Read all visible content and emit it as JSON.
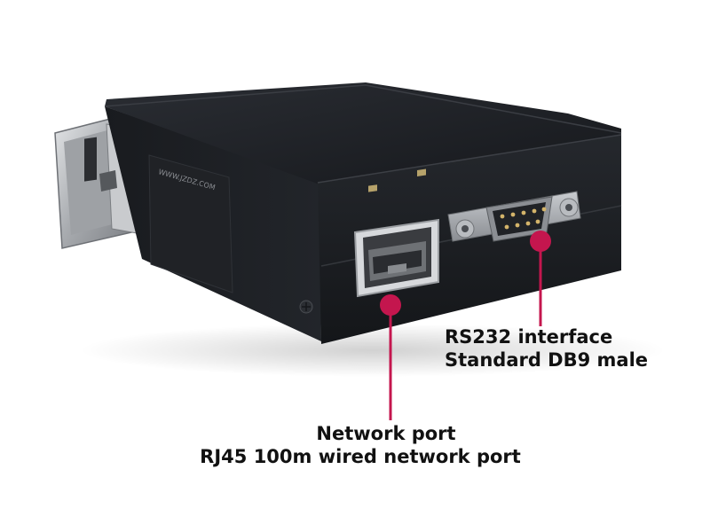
{
  "callouts": {
    "rs232": {
      "line1": "RS232 interface",
      "line2": "Standard DB9 male"
    },
    "network": {
      "line1": "Network port",
      "line2": "RJ45 100m wired network port"
    }
  },
  "device": {
    "body_color": "#1d1f23",
    "callout_color": "#c4164e",
    "din_clip_color": "#b8babd"
  }
}
